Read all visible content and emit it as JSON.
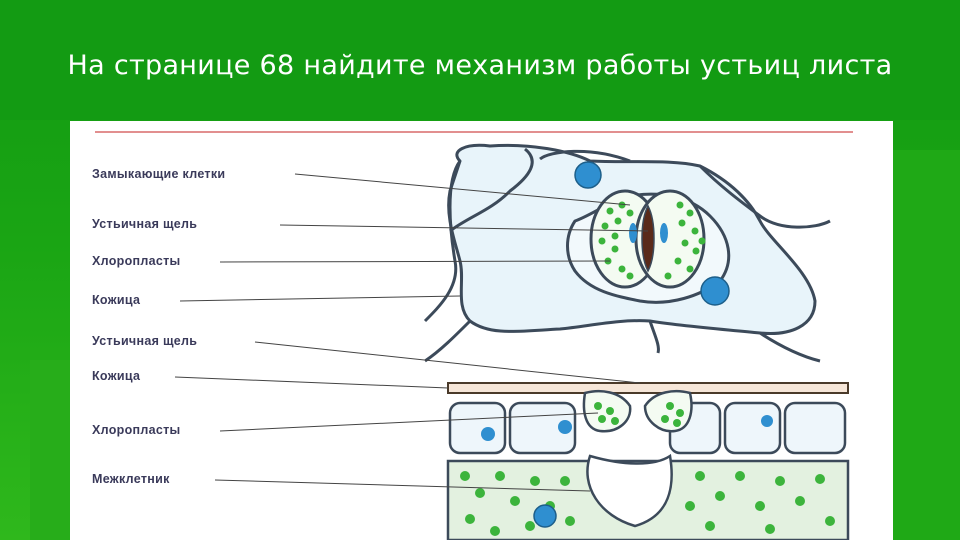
{
  "slide": {
    "title": "На странице 68 найдите механизм работы устьиц листа"
  },
  "figure": {
    "labels": [
      "Замыкающие клетки",
      "Устьичная щель",
      "Хлоропласты",
      "Кожица",
      "Устьичная щель",
      "Кожица",
      "Хлоропласты",
      "Межклетник"
    ]
  },
  "colors": {
    "background": "#1aa514",
    "cell_fill": "#e6f3fa",
    "cell_wall": "#3c4a5a",
    "chloroplast": "#3cb43c",
    "nucleus": "#2f8fd0"
  }
}
